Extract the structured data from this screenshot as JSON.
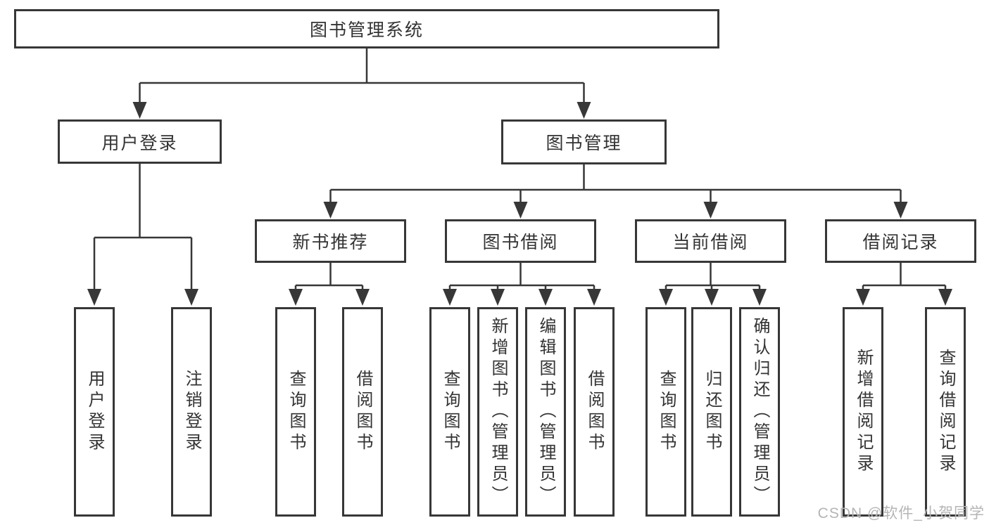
{
  "nodes": {
    "root": "图书管理系统",
    "user_login": "用户登录",
    "book_management": "图书管理",
    "new_book_recommend": "新书推荐",
    "book_borrow": "图书借阅",
    "current_borrow": "当前借阅",
    "borrow_records": "借阅记录",
    "user_login_leaf": "用户登录",
    "logout_leaf": "注销登录",
    "query_books_a": "查询图书",
    "borrow_books_a": "借阅图书",
    "query_books_b": "查询图书",
    "add_books_admin": "新增图书（管理员）",
    "edit_books_admin": "编辑图书（管理员）",
    "borrow_books_b": "借阅图书",
    "query_books_c": "查询图书",
    "return_books": "归还图书",
    "confirm_return_admin": "确认归还（管理员）",
    "add_borrow_record": "新增借阅记录",
    "query_borrow_record": "查询借阅记录"
  },
  "hierarchy": {
    "图书管理系统": {
      "用户登录": [
        "用户登录",
        "注销登录"
      ],
      "图书管理": {
        "新书推荐": [
          "查询图书",
          "借阅图书"
        ],
        "图书借阅": [
          "查询图书",
          "新增图书（管理员）",
          "编辑图书（管理员）",
          "借阅图书"
        ],
        "当前借阅": [
          "查询图书",
          "归还图书",
          "确认归还（管理员）"
        ],
        "借阅记录": [
          "新增借阅记录",
          "查询借阅记录"
        ]
      }
    }
  },
  "watermark": {
    "text": "CSDN @软件_小贺同学"
  },
  "colors": {
    "line": "#373737",
    "border": "#373737",
    "text": "#333333",
    "background": "#ffffff",
    "watermark": "#b5b5b5"
  }
}
